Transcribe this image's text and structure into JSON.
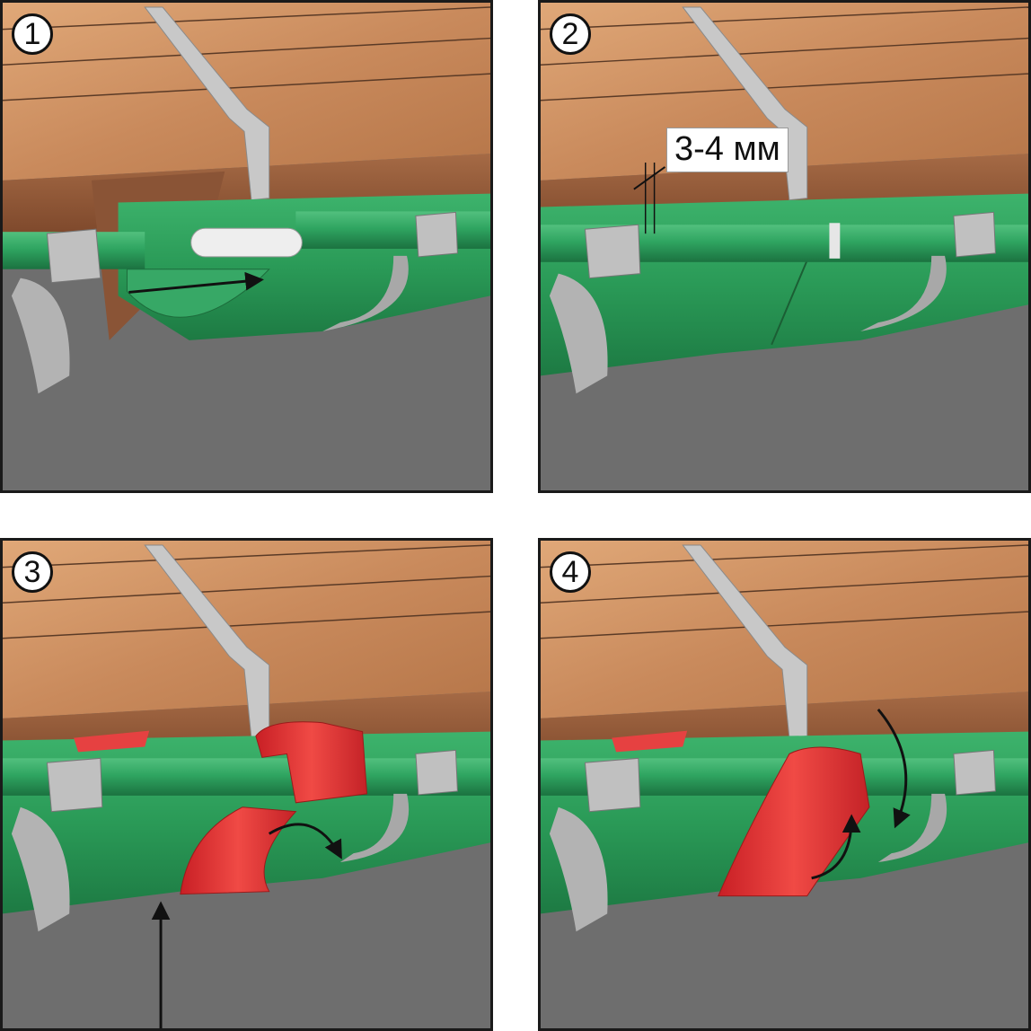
{
  "panels": [
    {
      "step": "1"
    },
    {
      "step": "2",
      "gap_label": "3-4 мм"
    },
    {
      "step": "3"
    },
    {
      "step": "4"
    }
  ],
  "colors": {
    "wood": "#c98a5c",
    "fascia": "#8a5436",
    "gutter": "#2a9a57",
    "bracket": "#b9b9b9",
    "clip": "#e23a3a",
    "background": "#6e6e6e"
  }
}
